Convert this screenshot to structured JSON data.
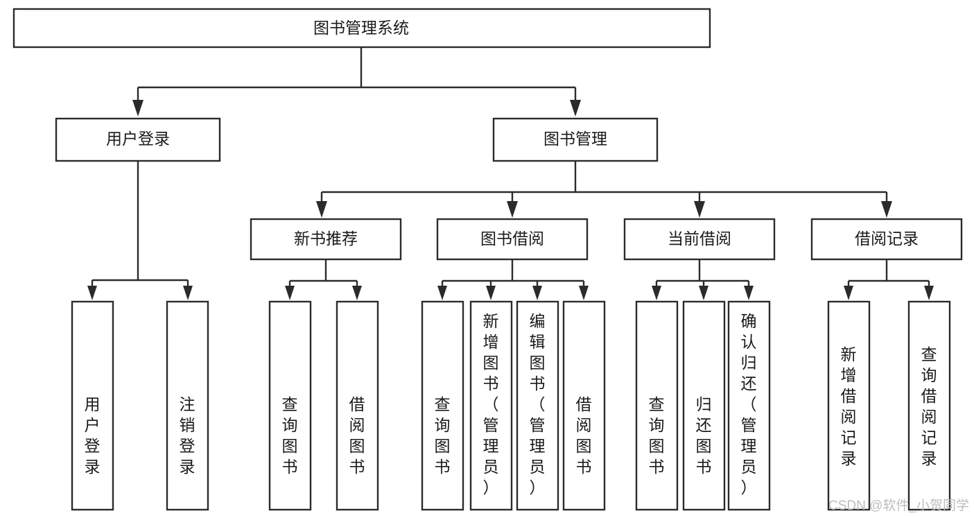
{
  "diagram": {
    "title": "图书管理系统",
    "type": "tree-hierarchy",
    "orientation": "top-down",
    "levels": [
      {
        "level": 1,
        "nodes": [
          {
            "id": "root",
            "label": "图书管理系统"
          }
        ]
      },
      {
        "level": 2,
        "nodes": [
          {
            "id": "login",
            "label": "用户登录",
            "parent": "root"
          },
          {
            "id": "bookmgmt",
            "label": "图书管理",
            "parent": "root"
          }
        ]
      },
      {
        "level": 3,
        "nodes": [
          {
            "id": "newbook",
            "label": "新书推荐",
            "parent": "bookmgmt"
          },
          {
            "id": "borrow",
            "label": "图书借阅",
            "parent": "bookmgmt"
          },
          {
            "id": "current",
            "label": "当前借阅",
            "parent": "bookmgmt"
          },
          {
            "id": "record",
            "label": "借阅记录",
            "parent": "bookmgmt"
          }
        ]
      },
      {
        "level": 4,
        "nodes": [
          {
            "id": "leaf-1",
            "label": "用户登录",
            "parent": "login"
          },
          {
            "id": "leaf-2",
            "label": "注销登录",
            "parent": "login"
          },
          {
            "id": "leaf-3",
            "label": "查询图书",
            "parent": "newbook"
          },
          {
            "id": "leaf-4",
            "label": "借阅图书",
            "parent": "newbook"
          },
          {
            "id": "leaf-5",
            "label": "查询图书",
            "parent": "borrow"
          },
          {
            "id": "leaf-6",
            "label": "新增图书（管理员）",
            "parent": "borrow"
          },
          {
            "id": "leaf-7",
            "label": "编辑图书（管理员）",
            "parent": "borrow"
          },
          {
            "id": "leaf-8",
            "label": "借阅图书",
            "parent": "borrow"
          },
          {
            "id": "leaf-9",
            "label": "查询图书",
            "parent": "current"
          },
          {
            "id": "leaf-10",
            "label": "归还图书",
            "parent": "current"
          },
          {
            "id": "leaf-11",
            "label": "确认归还（管理员）",
            "parent": "current"
          },
          {
            "id": "leaf-12",
            "label": "新增借阅记录",
            "parent": "record"
          },
          {
            "id": "leaf-13",
            "label": "查询借阅记录",
            "parent": "record"
          }
        ]
      }
    ],
    "colors": {
      "box_stroke": "#2b2b2b",
      "box_fill": "#ffffff",
      "text": "#1a1a1a",
      "connector": "#2b2b2b",
      "watermark": "#bdbdbd",
      "background": "#ffffff"
    }
  },
  "watermark": {
    "text": "CSDN @软件_小贺同学"
  }
}
